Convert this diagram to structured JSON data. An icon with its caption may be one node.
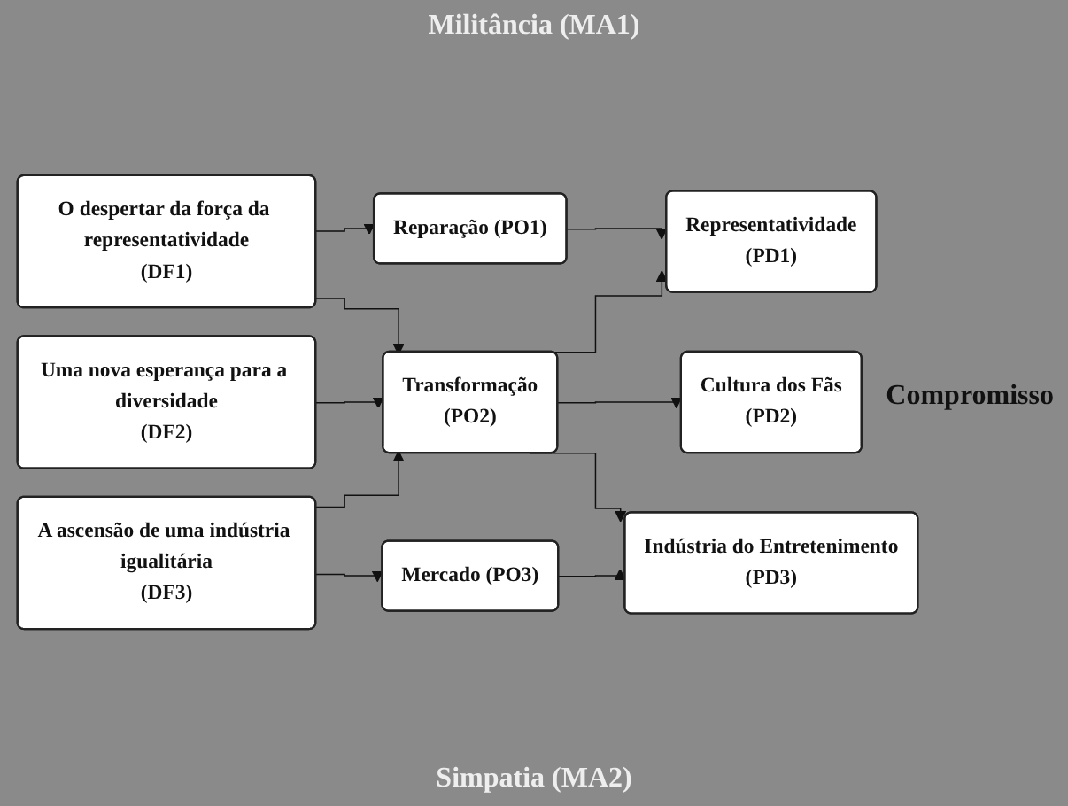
{
  "diagram": {
    "nodes": [
      {
        "text": [
          "O despertar da força da representatividade",
          "(DF1)"
        ]
      },
      {
        "text": [
          "Uma nova esperança para a diversidade",
          "(DF2)"
        ]
      },
      {
        "text": [
          "A ascensão de uma indústria igualitária",
          "(DF3)"
        ]
      },
      {
        "text": [
          "Reparação (PO1)"
        ]
      },
      {
        "text": [
          "Transformação",
          "(PO2)"
        ]
      },
      {
        "text": [
          "Mercado (PO3)"
        ]
      },
      {
        "text": [
          "Representatividade",
          "(PD1)"
        ]
      },
      {
        "text": [
          "Cultura dos Fãs",
          "(PD2)"
        ]
      },
      {
        "text": [
          "Indústria do Entretenimento",
          "(PD3)"
        ]
      }
    ],
    "edges": [
      {
        "from": 0,
        "to": 3,
        "arrow": "to"
      },
      {
        "from": 0,
        "to": 4,
        "arrow": "to"
      },
      {
        "from": 1,
        "to": 4,
        "arrow": "to"
      },
      {
        "from": 2,
        "to": 4,
        "arrow": "to"
      },
      {
        "from": 2,
        "to": 5,
        "arrow": "to"
      },
      {
        "from": 3,
        "to": 6,
        "arrow": "to"
      },
      {
        "from": 4,
        "to": 6,
        "arrow": "to"
      },
      {
        "from": 4,
        "to": 7,
        "arrow": "to"
      },
      {
        "from": 4,
        "to": 8,
        "arrow": "to"
      },
      {
        "from": 5,
        "to": 8,
        "arrow": "to"
      }
    ],
    "labels": [
      "Militância (MA1)",
      "Compromisso",
      "Simpatia (MA2)"
    ]
  }
}
